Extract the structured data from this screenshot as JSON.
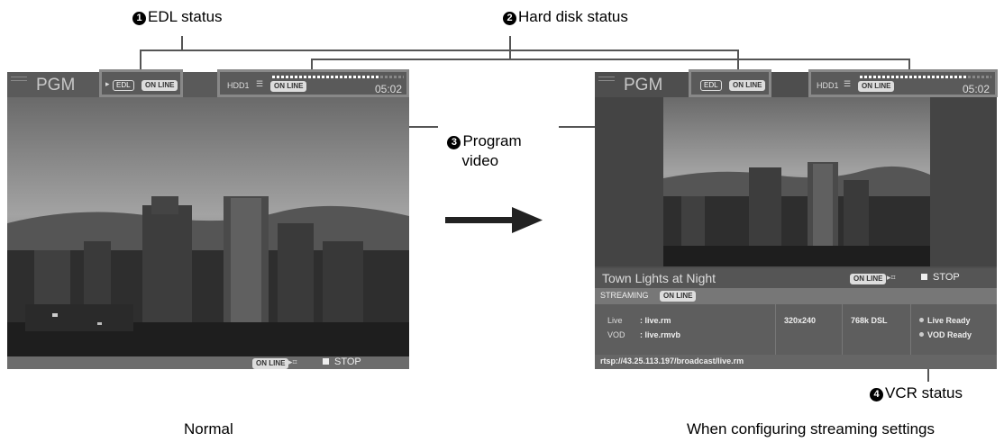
{
  "callouts": {
    "edl": {
      "num": "1",
      "label": "EDL status"
    },
    "hdd": {
      "num": "2",
      "label": "Hard disk status"
    },
    "video": {
      "num": "3",
      "label": "Program\nvideo"
    },
    "vcr": {
      "num": "4",
      "label": "VCR status"
    }
  },
  "captions": {
    "normal": "Normal",
    "streaming": "When configuring streaming settings"
  },
  "screen_normal": {
    "pgm": "PGM",
    "edl_badge": "EDL",
    "online": "ON LINE",
    "hdd_label": "HDD1",
    "hdd_online": "ON LINE",
    "time": "05:02",
    "vcr_online": "ON LINE",
    "vcr_stop": "STOP"
  },
  "screen_streaming": {
    "pgm": "PGM",
    "edl_badge": "EDL",
    "online": "ON LINE",
    "hdd_label": "HDD1",
    "hdd_online": "ON LINE",
    "time": "05:02",
    "title": "Town Lights at Night",
    "vcr_online": "ON LINE",
    "vcr_stop": "STOP",
    "streaming_label": "STREAMING",
    "streaming_online": "ON LINE",
    "live_label": "Live",
    "live_file": ": live.rm",
    "vod_label": "VOD",
    "vod_file": ": live.rmvb",
    "resolution": "320x240",
    "bitrate": "768k DSL",
    "live_status": "Live Ready",
    "vod_status": "VOD Ready",
    "url": "rtsp://43.25.113.197/broadcast/live.rm"
  },
  "colors": {
    "screen_bg": "#5a5a5a",
    "box_border": "#888888"
  }
}
